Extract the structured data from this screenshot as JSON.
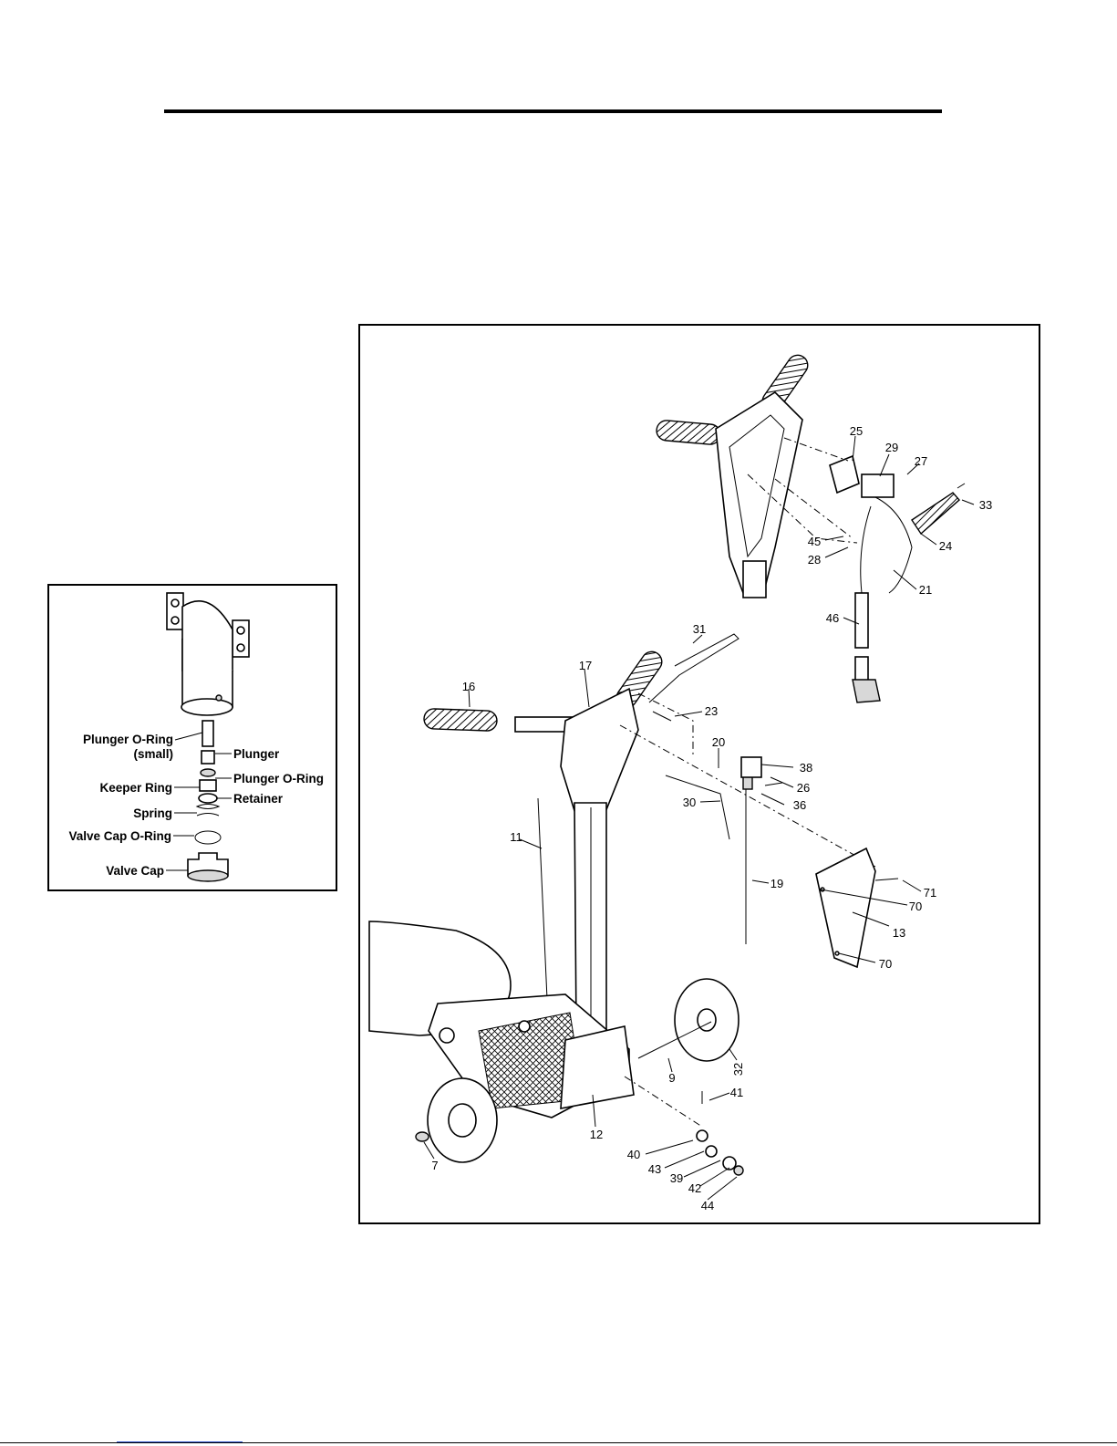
{
  "inset": {
    "labels": [
      "Plunger O-Ring",
      "(small)",
      "Plunger",
      "Plunger O-Ring",
      "Keeper Ring",
      "Retainer",
      "Spring",
      "Valve Cap O-Ring",
      "Valve Cap"
    ]
  },
  "callouts": [
    "25",
    "29",
    "27",
    "33",
    "45",
    "24",
    "28",
    "21",
    "46",
    "31",
    "17",
    "16",
    "23",
    "20",
    "38",
    "26",
    "36",
    "30",
    "11",
    "19",
    "71",
    "70",
    "13",
    "70",
    "9",
    "32",
    "41",
    "12",
    "7",
    "40",
    "43",
    "39",
    "42",
    "44"
  ]
}
